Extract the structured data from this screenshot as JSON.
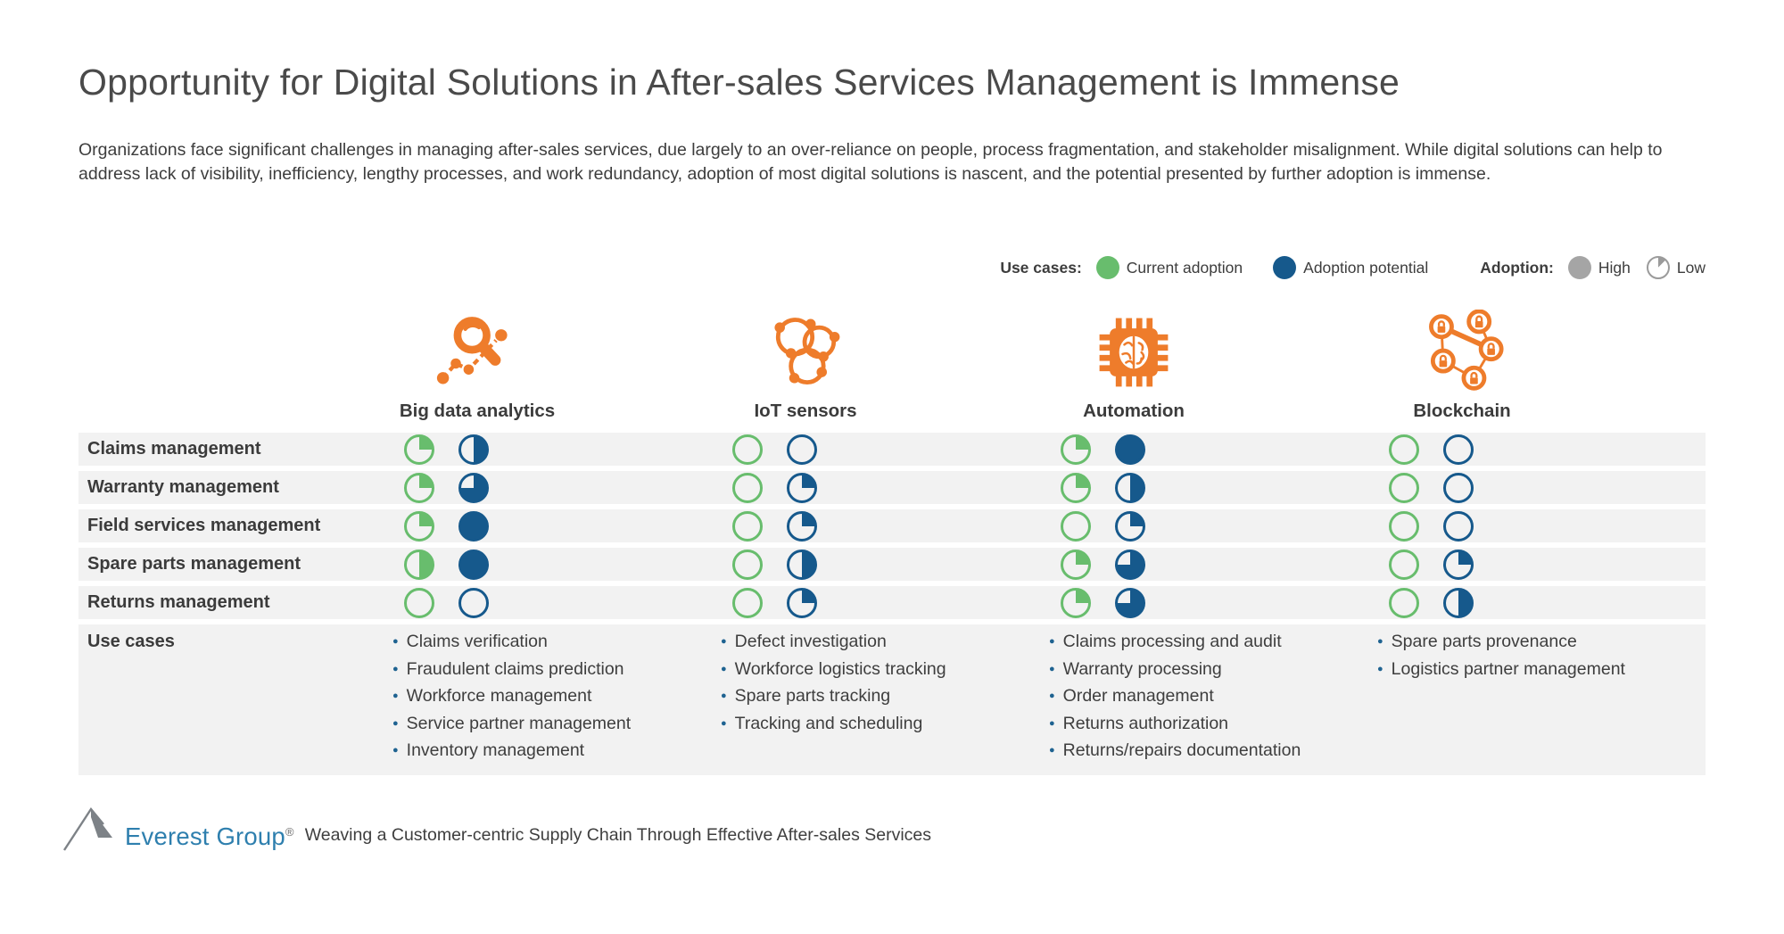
{
  "page": {
    "title": "Opportunity for Digital Solutions in After-sales Services Management is Immense",
    "intro": "Organizations face significant challenges in managing after-sales services, due largely to an over-reliance on people, process fragmentation, and stakeholder misalignment. While digital solutions can help to address lack of visibility, inefficiency, lengthy processes, and work redundancy, adoption of most digital solutions is nascent, and the potential presented by further adoption is immense."
  },
  "legend": {
    "use_cases_label": "Use cases:",
    "current_adoption": "Current adoption",
    "adoption_potential": "Adoption potential",
    "adoption_label": "Adoption:",
    "high_label": "High",
    "low_label": "Low"
  },
  "colors": {
    "current_adoption_green": "#68bd6d",
    "adoption_potential_blue": "#16598c",
    "icon_orange": "#ee7c2b",
    "row_bg": "#f2f2f2",
    "high_gray": "#a5a5a5",
    "bullet_blue": "#1f6391",
    "brand_blue": "#2e7fae"
  },
  "columns": [
    {
      "label": "Big data analytics",
      "icon": "big-data-analytics-icon"
    },
    {
      "label": "IoT sensors",
      "icon": "iot-sensors-icon"
    },
    {
      "label": "Automation",
      "icon": "automation-icon"
    },
    {
      "label": "Blockchain",
      "icon": "blockchain-icon"
    }
  ],
  "rows": [
    {
      "label": "Claims management",
      "cells": [
        {
          "current": 25,
          "potential": 50
        },
        {
          "current": 0,
          "potential": 0
        },
        {
          "current": 25,
          "potential": 100
        },
        {
          "current": 0,
          "potential": 0
        }
      ]
    },
    {
      "label": "Warranty management",
      "cells": [
        {
          "current": 25,
          "potential": 75
        },
        {
          "current": 0,
          "potential": 25
        },
        {
          "current": 25,
          "potential": 50
        },
        {
          "current": 0,
          "potential": 0
        }
      ]
    },
    {
      "label": "Field services management",
      "cells": [
        {
          "current": 25,
          "potential": 100
        },
        {
          "current": 0,
          "potential": 25
        },
        {
          "current": 0,
          "potential": 25
        },
        {
          "current": 0,
          "potential": 0
        }
      ]
    },
    {
      "label": "Spare parts management",
      "cells": [
        {
          "current": 50,
          "potential": 100
        },
        {
          "current": 0,
          "potential": 50
        },
        {
          "current": 25,
          "potential": 75
        },
        {
          "current": 0,
          "potential": 25
        }
      ]
    },
    {
      "label": "Returns management",
      "cells": [
        {
          "current": 0,
          "potential": 0
        },
        {
          "current": 0,
          "potential": 25
        },
        {
          "current": 25,
          "potential": 75
        },
        {
          "current": 0,
          "potential": 50
        }
      ]
    }
  ],
  "use_cases": {
    "label": "Use cases",
    "lists": [
      [
        "Claims verification",
        "Fraudulent claims prediction",
        "Workforce management",
        "Service partner management",
        "Inventory management"
      ],
      [
        "Defect investigation",
        "Workforce logistics tracking",
        "Spare parts tracking",
        "Tracking and scheduling"
      ],
      [
        "Claims processing and audit",
        "Warranty processing",
        "Order management",
        "Returns authorization",
        "Returns/repairs documentation"
      ],
      [
        "Spare parts provenance",
        "Logistics partner management"
      ]
    ]
  },
  "footer": {
    "brand": "Everest Group",
    "reg_mark": "®",
    "tagline": "Weaving a Customer-centric Supply Chain Through Effective After-sales Services"
  },
  "chart_data": {
    "type": "table",
    "title": "Opportunity for Digital Solutions in After-sales Services Management is Immense",
    "row_categories": [
      "Claims management",
      "Warranty management",
      "Field services management",
      "Spare parts management",
      "Returns management"
    ],
    "column_categories": [
      "Big data analytics",
      "IoT sensors",
      "Automation",
      "Blockchain"
    ],
    "series": [
      {
        "name": "Current adoption (pie fill %)",
        "values": [
          [
            25,
            0,
            25,
            0
          ],
          [
            25,
            0,
            25,
            0
          ],
          [
            25,
            0,
            0,
            0
          ],
          [
            50,
            0,
            25,
            0
          ],
          [
            0,
            0,
            25,
            0
          ]
        ]
      },
      {
        "name": "Adoption potential (pie fill %)",
        "values": [
          [
            50,
            0,
            100,
            0
          ],
          [
            75,
            25,
            50,
            0
          ],
          [
            100,
            25,
            25,
            0
          ],
          [
            100,
            50,
            75,
            25
          ],
          [
            0,
            25,
            75,
            50
          ]
        ]
      }
    ],
    "legend_position": "top-right",
    "note": "Filled fraction of each circle encodes adoption level: empty = low/none, quarter, half, three-quarter, full = high"
  }
}
